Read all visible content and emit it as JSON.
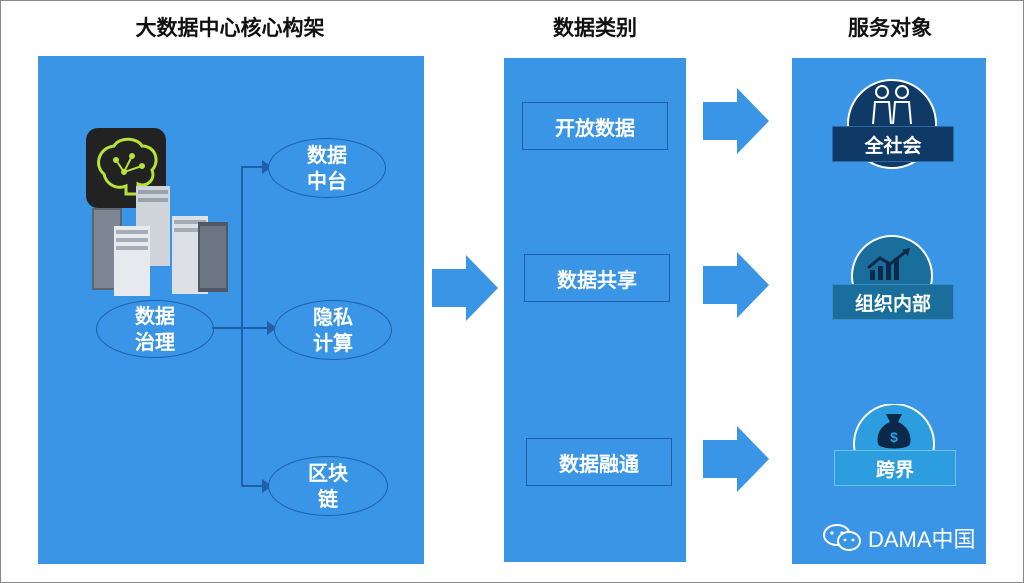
{
  "headers": {
    "left": "大数据中心核心构架",
    "middle": "数据类别",
    "right": "服务对象"
  },
  "architecture": {
    "governance": "数据\n治理",
    "branches": [
      "数据\n中台",
      "隐私\n计算",
      "区块\n链"
    ]
  },
  "categories": [
    "开放数据",
    "数据共享",
    "数据融通"
  ],
  "services": [
    {
      "label": "全社会",
      "icon": "people-icon"
    },
    {
      "label": "组织内部",
      "icon": "growth-chart-icon"
    },
    {
      "label": "跨界",
      "icon": "money-bag-icon"
    }
  ],
  "watermark": "DAMA中国",
  "colors": {
    "panel": "#3a95e6",
    "arrow": "#3a95e6",
    "outline": "#1f5fa8",
    "service_dark": "#0f3a66",
    "service_mid": "#1a6e9c",
    "service_light": "#2c9ee0"
  }
}
